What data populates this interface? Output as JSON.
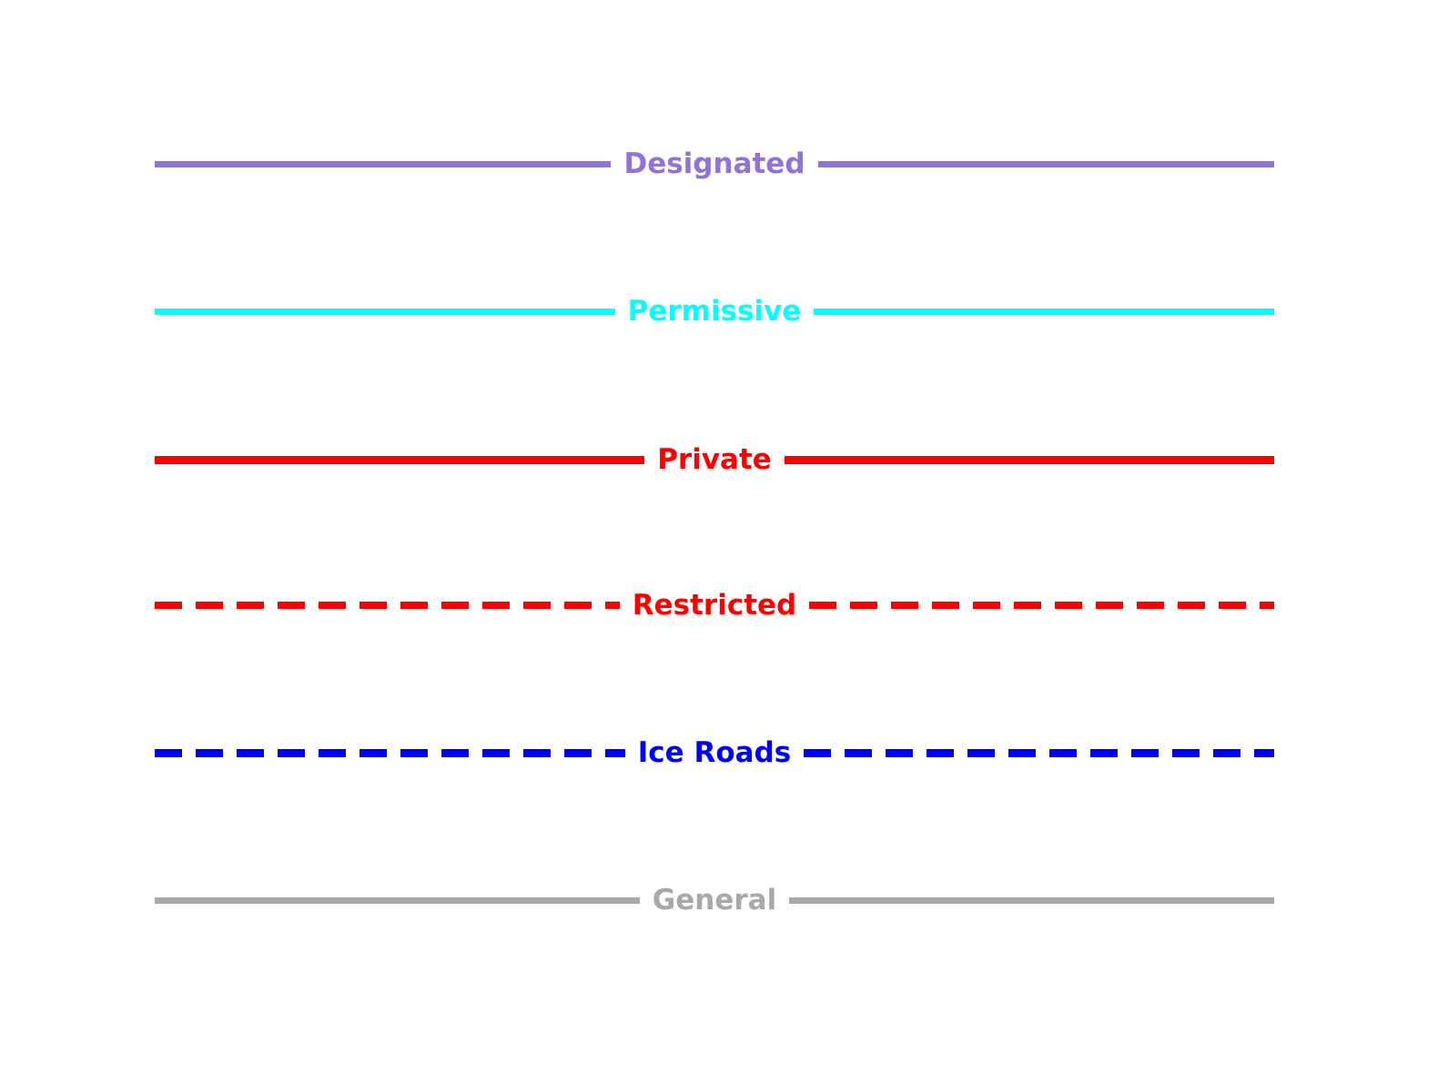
{
  "figure": {
    "background": "#ffffff",
    "description": "Road access legend with line-style samples"
  },
  "legend": {
    "items": [
      {
        "label": "Designated",
        "color": "#9370DB",
        "line_style": "solid",
        "line_width": 7,
        "dash_length": 0,
        "dash_gap": 0
      },
      {
        "label": "Permissive",
        "color": "#00FFFF",
        "line_style": "solid",
        "line_width": 7,
        "dash_length": 0,
        "dash_gap": 0
      },
      {
        "label": "Private",
        "color": "#FF0000",
        "line_style": "solid",
        "line_width": 9,
        "dash_length": 0,
        "dash_gap": 0
      },
      {
        "label": "Restricted",
        "color": "#FF0000",
        "line_style": "dashed",
        "line_width": 8,
        "dash_length": 30,
        "dash_gap": 15
      },
      {
        "label": "Ice Roads",
        "color": "#0000FF",
        "line_style": "dashed",
        "line_width": 9,
        "dash_length": 30,
        "dash_gap": 15
      },
      {
        "label": "General",
        "color": "#A9A9A9",
        "line_style": "solid",
        "line_width": 7,
        "dash_length": 0,
        "dash_gap": 0
      }
    ]
  },
  "chart_data": {
    "type": "line",
    "title": "",
    "xlabel": "",
    "ylabel": "",
    "note_visible_content": "Legend-only figure; no axes, ticks, or plotted data points are visible",
    "legend_entries": [
      {
        "name": "Designated",
        "color": "#9370DB",
        "style": "solid"
      },
      {
        "name": "Permissive",
        "color": "#00FFFF",
        "style": "solid"
      },
      {
        "name": "Private",
        "color": "#FF0000",
        "style": "solid"
      },
      {
        "name": "Restricted",
        "color": "#FF0000",
        "style": "dashed"
      },
      {
        "name": "Ice Roads",
        "color": "#0000FF",
        "style": "dashed"
      },
      {
        "name": "General",
        "color": "#A9A9A9",
        "style": "solid"
      }
    ],
    "legend_position": "full-figure, vertically stacked, labels centered on lines"
  }
}
